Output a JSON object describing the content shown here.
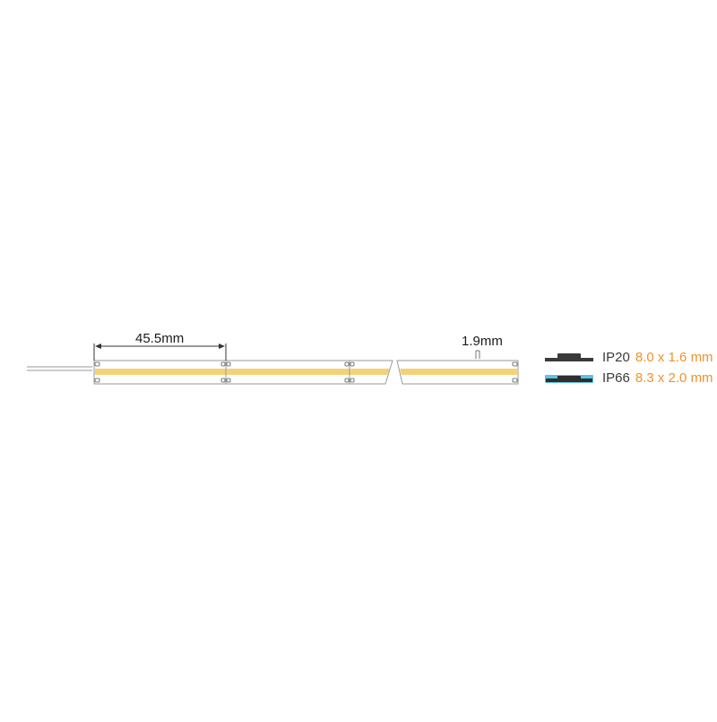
{
  "dimensions": {
    "cut_pitch_label": "45.5mm",
    "gap_label": "1.9mm"
  },
  "variants": [
    {
      "code": "IP20",
      "size": "8.0 x 1.6 mm"
    },
    {
      "code": "IP66",
      "size": "8.3 x 2.0 mm"
    }
  ],
  "colors": {
    "led_strip": "#f4d27a",
    "strip_outline": "#9a9a9a",
    "ip20_body": "#3a3a3a",
    "ip66_coating": "#5bc3e6",
    "size_text": "#f0922a"
  }
}
